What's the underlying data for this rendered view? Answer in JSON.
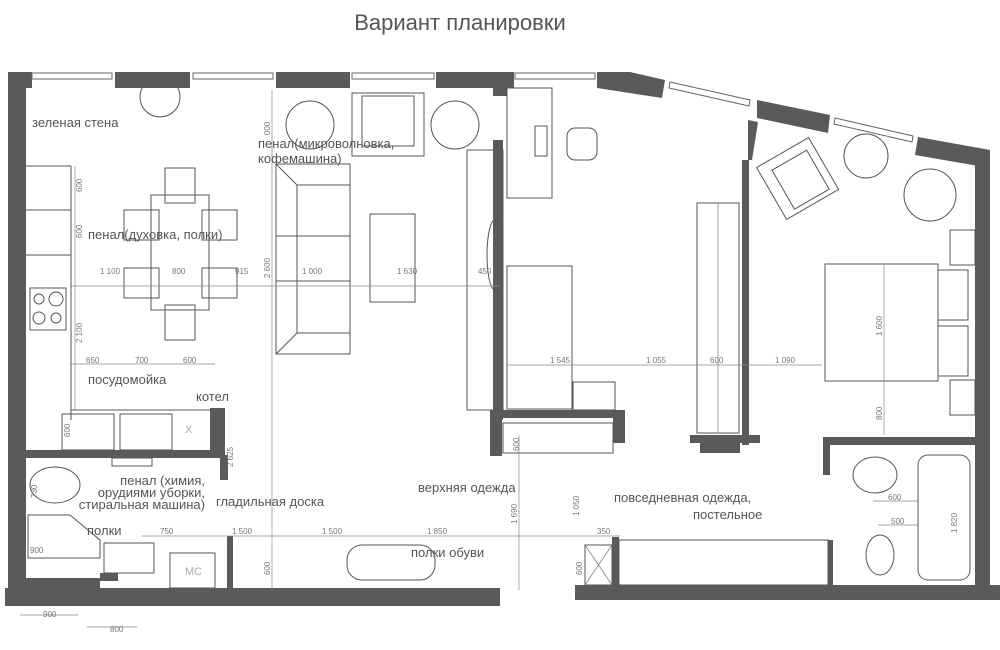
{
  "title": "Вариант планировки",
  "colors": {
    "wall": "#5a5a5a",
    "line": "#555555",
    "text": "#555555"
  },
  "labels": {
    "green_wall": "зеленая стена",
    "microwave_1": "пенал(микроволновка,",
    "microwave_2": "кофемашина)",
    "oven": "пенал(духовка, полки)",
    "dishwasher": "посудомойка",
    "boiler": "котел",
    "utility_1": "пенал (химия,",
    "utility_2": "орудиями уборки,",
    "utility_3": "стиральная машина)",
    "shelves": "полки",
    "ironing": "гладильная доска",
    "outerwear": "верхняя одежда",
    "shoes": "полки обуви",
    "casual_1": "повседневная одежда,",
    "casual_2": "постельное",
    "washer": "МС",
    "x_mark": "X"
  },
  "dimensions": [
    "600",
    "600",
    "1 100",
    "800",
    "915",
    "2 600",
    "1 000",
    "1 630",
    "450",
    "2 100",
    "650",
    "700",
    "600",
    "600",
    "2 625",
    "730",
    "900",
    "900",
    "800",
    "750",
    "1 500",
    "1 500",
    "1 850",
    "350",
    "600",
    "600",
    "1 690",
    "1 050",
    "600",
    "1 545",
    "1 055",
    "600",
    "1 090",
    "1 600",
    "800",
    "600",
    "500",
    "1 820",
    "000"
  ]
}
